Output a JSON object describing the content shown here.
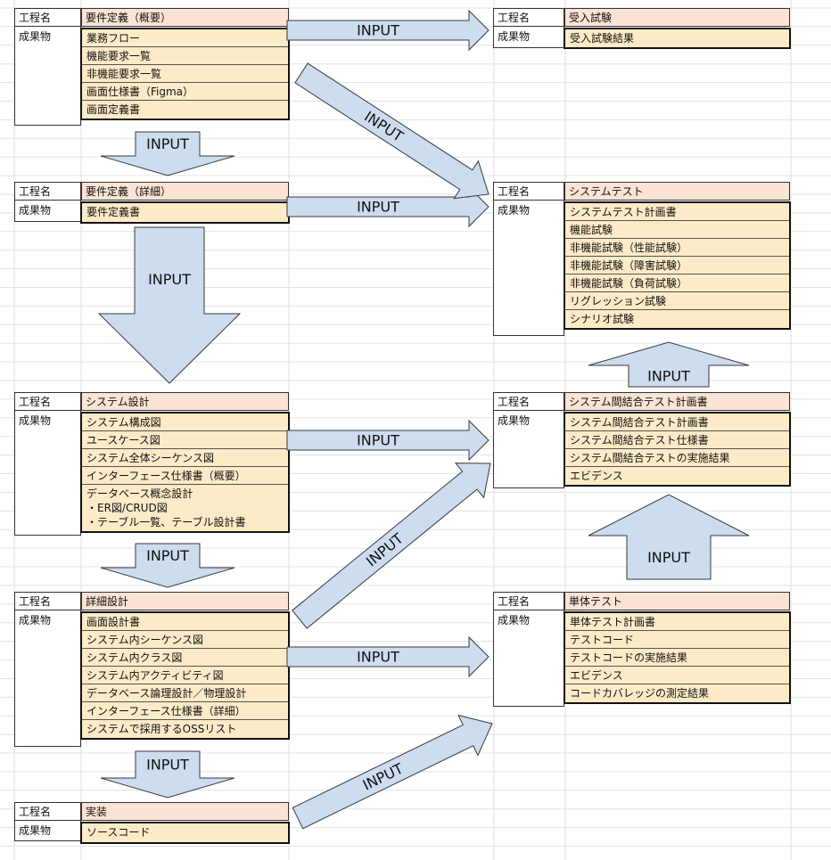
{
  "labels": {
    "process": "工程名",
    "deliverable": "成果物"
  },
  "arrow_label": "INPUT",
  "processes": [
    {
      "name": "要件定義（概要）",
      "items": [
        "業務フロー",
        "機能要求一覧",
        "非機能要求一覧",
        "画面仕様書（Figma）",
        "画面定義書"
      ]
    },
    {
      "name": "要件定義（詳細）",
      "items": [
        "要件定義書"
      ]
    },
    {
      "name": "システム設計",
      "items": [
        "システム構成図",
        "ユースケース図",
        "システム全体シーケンス図",
        "インターフェース仕様書（概要）"
      ],
      "multi_item": [
        "データベース概念設計",
        "・ER図/CRUD図",
        "・テーブル一覧、テーブル設計書"
      ]
    },
    {
      "name": "詳細設計",
      "items": [
        "画面設計書",
        "システム内シーケンス図",
        "システム内クラス図",
        "システム内アクティビティ図",
        "データベース論理設計／物理設計",
        "インターフェース仕様書（詳細）",
        "システムで採用するOSSリスト"
      ]
    },
    {
      "name": "実装",
      "items": [
        "ソースコード"
      ]
    },
    {
      "name": "受入試験",
      "items": [
        "受入試験結果"
      ]
    },
    {
      "name": "システムテスト",
      "items": [
        "システムテスト計画書",
        "機能試験",
        "非機能試験（性能試験）",
        "非機能試験（障害試験）",
        "非機能試験（負荷試験）",
        "リグレッション試験",
        "シナリオ試験"
      ]
    },
    {
      "name": "システム間結合テスト計画書",
      "items": [
        "システム間結合テスト計画書",
        "システム間結合テスト仕様書",
        "システム間結合テストの実施結果",
        "エビデンス"
      ]
    },
    {
      "name": "単体テスト",
      "items": [
        "単体テスト計画書",
        "テストコード",
        "テストコードの実施結果",
        "エビデンス",
        "コードカバレッジの測定結果"
      ]
    }
  ],
  "colors": {
    "header_fill": "#fbe4d5",
    "item_fill": "#fdebc8",
    "arrow_fill": "#cddcee",
    "arrow_stroke": "#3a3a3a"
  }
}
